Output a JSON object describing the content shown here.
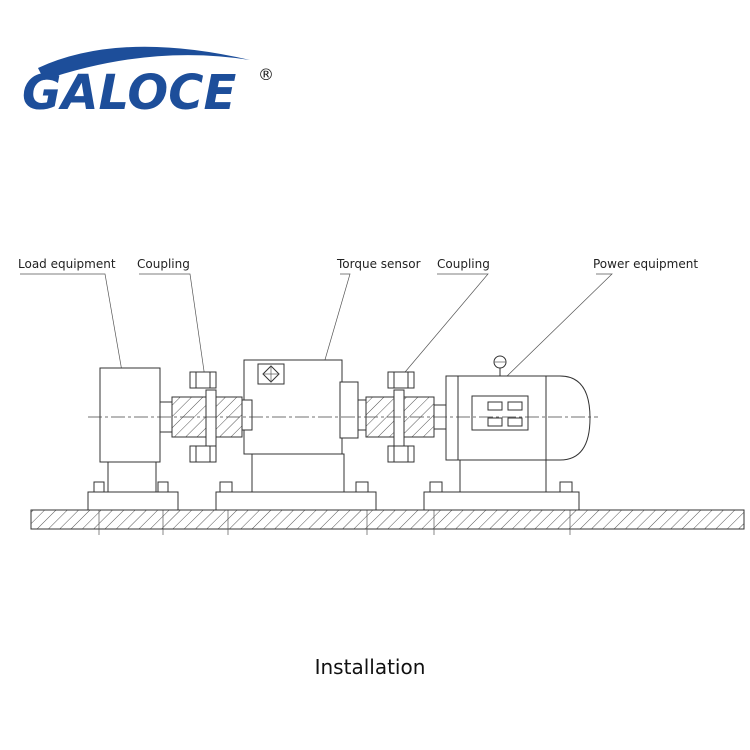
{
  "brand": {
    "logo_text": "GALOCE",
    "registered_mark": "®",
    "color": "#1d4e9a"
  },
  "diagram": {
    "labels": {
      "load_equipment": "Load equipment",
      "coupling_left": "Coupling",
      "torque_sensor": "Torque sensor",
      "coupling_right": "Coupling",
      "power_equipment": "Power equipment"
    }
  },
  "caption": "Installation"
}
